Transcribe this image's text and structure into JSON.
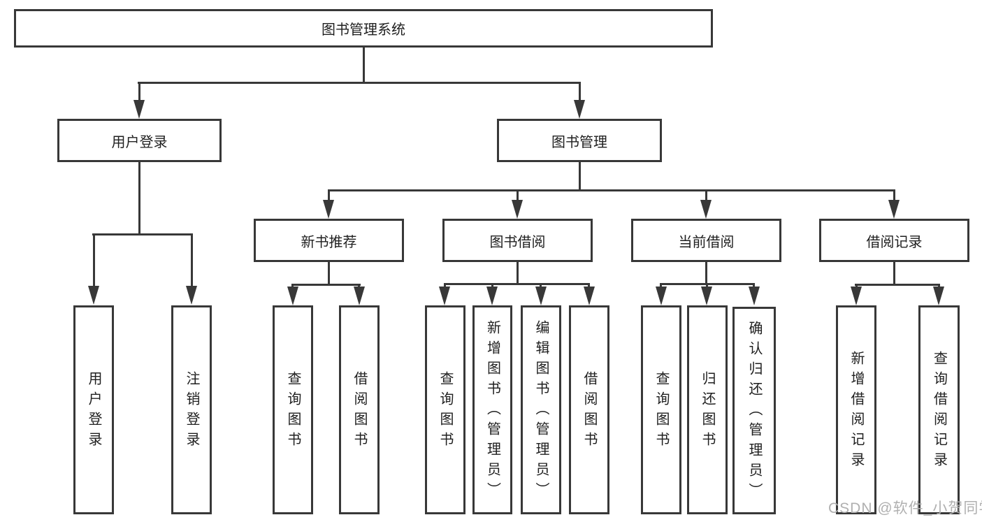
{
  "watermark": {
    "text": "CSDN @软件_小贺同学"
  },
  "colors": {
    "line": "#383838",
    "text": "#1f1f1f",
    "watermark": "#b0b0b0",
    "background": "#ffffff"
  },
  "tree": {
    "root": {
      "label": "图书管理系统"
    },
    "user_login": {
      "label": "用户登录",
      "children": [
        {
          "label": "用户登录"
        },
        {
          "label": "注销登录"
        }
      ]
    },
    "book_mgmt": {
      "label": "图书管理",
      "sections": {
        "new_books": {
          "label": "新书推荐",
          "children": [
            {
              "label": "查询图书"
            },
            {
              "label": "借阅图书"
            }
          ]
        },
        "borrow": {
          "label": "图书借阅",
          "children": [
            {
              "label": "查询图书"
            },
            {
              "label": "新增图书（管理员）"
            },
            {
              "label": "编辑图书（管理员）"
            },
            {
              "label": "借阅图书"
            }
          ]
        },
        "current": {
          "label": "当前借阅",
          "children": [
            {
              "label": "查询图书"
            },
            {
              "label": "归还图书"
            },
            {
              "label": "确认归还（管理员）"
            }
          ]
        },
        "records": {
          "label": "借阅记录",
          "children": [
            {
              "label": "新增借阅记录"
            },
            {
              "label": "查询借阅记录"
            }
          ]
        }
      }
    }
  }
}
